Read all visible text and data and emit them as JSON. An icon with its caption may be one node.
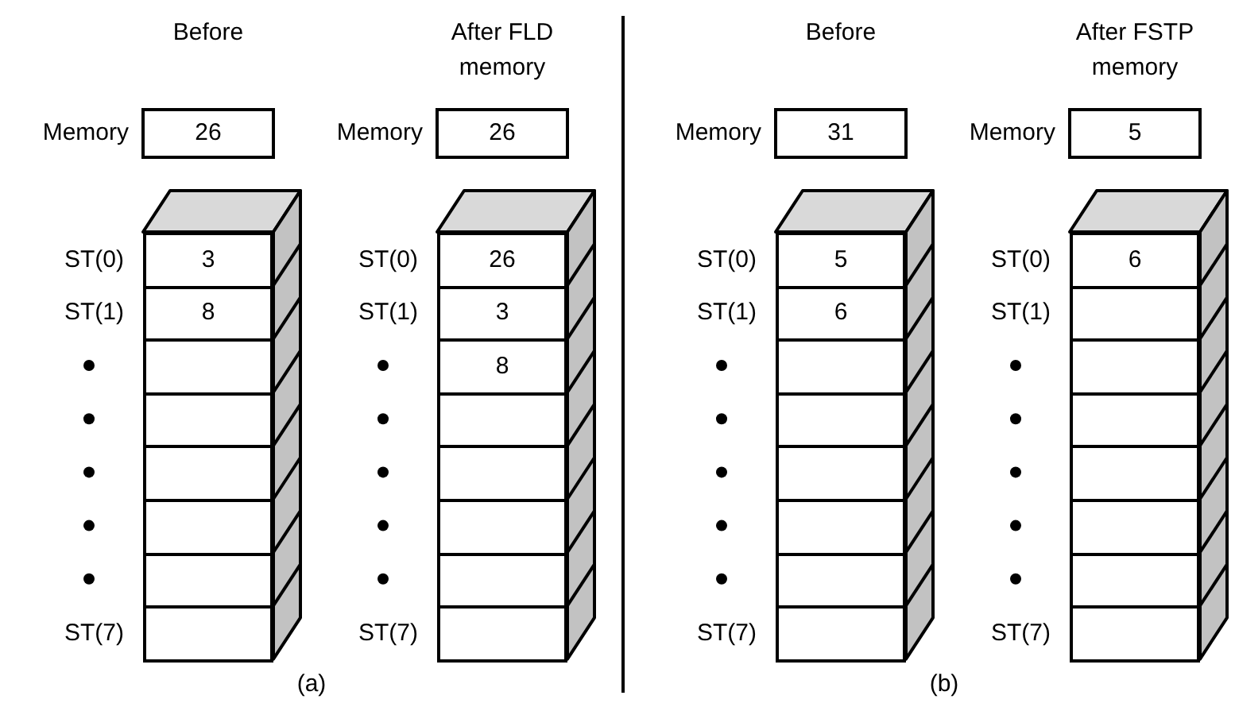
{
  "diagram": {
    "nodes": [
      {
        "text": [
          "26"
        ],
        "beside": [
          "Memory"
        ]
      },
      {
        "text": [
          "3"
        ],
        "beside": [
          "ST(0)"
        ]
      },
      {
        "text": [
          "8"
        ],
        "beside": [
          "ST(1)"
        ]
      },
      {
        "text": [],
        "shape": "box"
      },
      {
        "text": [],
        "shape": "box"
      },
      {
        "text": [],
        "shape": "box"
      },
      {
        "text": [],
        "shape": "box"
      },
      {
        "text": [],
        "shape": "box"
      },
      {
        "text": [],
        "shape": "box",
        "beside": [
          "ST(7)"
        ]
      },
      {
        "text": [
          "26"
        ],
        "beside": [
          "Memory"
        ]
      },
      {
        "text": [
          "26"
        ],
        "beside": [
          "ST(0)"
        ]
      },
      {
        "text": [
          "3"
        ],
        "beside": [
          "ST(1)"
        ]
      },
      {
        "text": [
          "8"
        ]
      },
      {
        "text": [],
        "shape": "box"
      },
      {
        "text": [],
        "shape": "box"
      },
      {
        "text": [],
        "shape": "box"
      },
      {
        "text": [],
        "shape": "box"
      },
      {
        "text": [],
        "shape": "box",
        "beside": [
          "ST(7)"
        ]
      },
      {
        "text": [
          "31"
        ],
        "beside": [
          "Memory"
        ]
      },
      {
        "text": [
          "5"
        ],
        "beside": [
          "ST(0)"
        ]
      },
      {
        "text": [
          "6"
        ],
        "beside": [
          "ST(1)"
        ]
      },
      {
        "text": [],
        "shape": "box"
      },
      {
        "text": [],
        "shape": "box"
      },
      {
        "text": [],
        "shape": "box"
      },
      {
        "text": [],
        "shape": "box"
      },
      {
        "text": [],
        "shape": "box"
      },
      {
        "text": [],
        "shape": "box",
        "beside": [
          "ST(7)"
        ]
      },
      {
        "text": [
          "5"
        ],
        "beside": [
          "Memory"
        ]
      },
      {
        "text": [
          "6"
        ],
        "beside": [
          "ST(0)"
        ]
      },
      {
        "text": [],
        "shape": "box",
        "beside": [
          "ST(1)"
        ]
      },
      {
        "text": [],
        "shape": "box"
      },
      {
        "text": [],
        "shape": "box"
      },
      {
        "text": [],
        "shape": "box"
      },
      {
        "text": [],
        "shape": "box"
      },
      {
        "text": [],
        "shape": "box"
      },
      {
        "text": [],
        "shape": "box",
        "beside": [
          "ST(7)"
        ]
      }
    ],
    "labels": [
      "Before",
      "After FLD memory",
      "Before",
      "After FSTP memory",
      "(a)",
      "(b)"
    ]
  }
}
